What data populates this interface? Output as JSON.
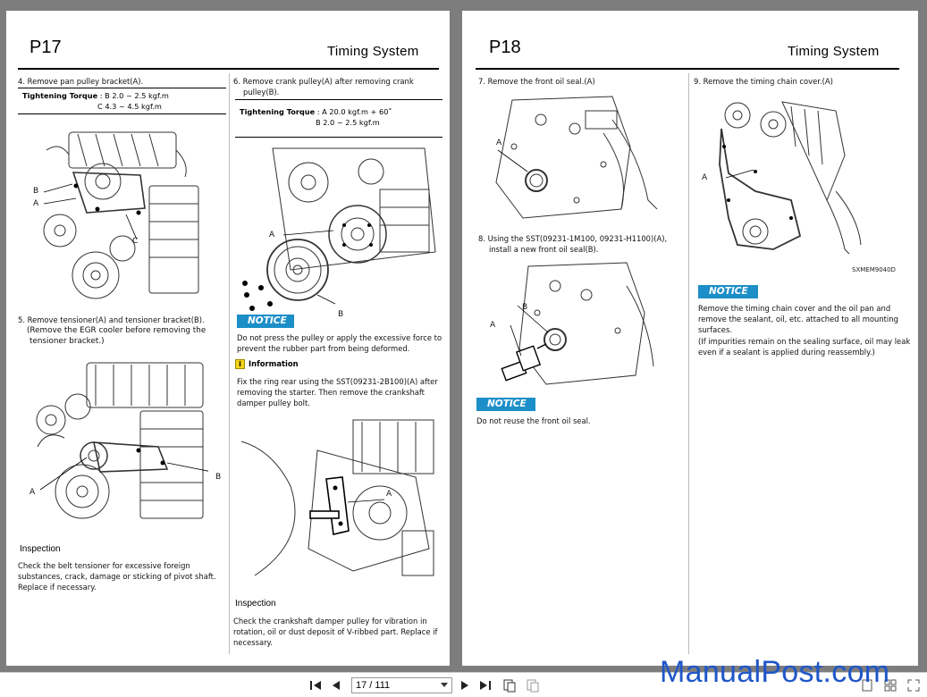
{
  "left_page": {
    "page_number": "P17",
    "section_title": "Timing System",
    "step4": {
      "title": "4. Remove pan pulley bracket(A).",
      "torque_label": "Tightening Torque",
      "torque_line1": ": B 2.0 ~ 2.5 kgf.m",
      "torque_line2": "C 4.3 ~ 4.5 kgf.m",
      "callouts": [
        "B",
        "A",
        "C"
      ]
    },
    "step5": {
      "title": "5. Remove tensioner(A) and tensioner bracket(B).",
      "note_line1": "(Remove the EGR cooler before removing the",
      "note_line2": "tensioner bracket.)",
      "callouts": [
        "A",
        "B"
      ]
    },
    "inspection1": {
      "heading": "Inspection",
      "line1": "Check the belt tensioner for excessive foreign",
      "line2": "substances, crack, damage or sticking of pivot shaft.",
      "line3": "Replace if necessary."
    },
    "step6": {
      "title_line1": "6. Remove crank pulley(A) after removing crank",
      "title_line2": "pulley(B).",
      "torque_label": "Tightening Torque",
      "torque_line1": ": A 20.0 kgf.m + 60˚",
      "torque_line2": "B 2.0 ~ 2.5 kgf.m",
      "callouts": [
        "A",
        "B"
      ]
    },
    "notice1": {
      "tag": "NOTICE",
      "line1": "Do not press the pulley or apply the excessive force to",
      "line2": "prevent the rubber part from being deformed."
    },
    "information": {
      "heading": "Information",
      "icon": "i",
      "line1": "Fix the ring rear using the SST(09231-2B100)(A) after",
      "line2": "removing the starter. Then remove the crankshaft",
      "line3": "damper pulley bolt.",
      "callout": "A"
    },
    "inspection2": {
      "heading": "Inspection",
      "line1": "Check the crankshaft damper pulley for vibration in",
      "line2": "rotation, oil or dust deposit of V-ribbed part. Replace if",
      "line3": "necessary."
    }
  },
  "right_page": {
    "page_number": "P18",
    "section_title": "Timing System",
    "step7": {
      "title": "7. Remove the front oil seal.(A)",
      "callout": "A"
    },
    "step8": {
      "title_line1": "8. Using the SST(09231-1M100, 09231-H1100)(A),",
      "title_line2": "install a new front oil seal(B).",
      "callouts": [
        "B",
        "A"
      ]
    },
    "notice2": {
      "tag": "NOTICE",
      "line1": "Do not reuse the front oil seal."
    },
    "step9": {
      "title": "9. Remove the timing chain cover.(A)",
      "callout": "A",
      "figure_code": "SXMEM9040D"
    },
    "notice3": {
      "tag": "NOTICE",
      "line1": "Remove the timing chain cover and the oil pan and",
      "line2": "remove the sealant, oil, etc. attached to all mounting",
      "line3": "surfaces.",
      "line4": "(If impurities remain on the sealing surface, oil may leak",
      "line5": "even if a sealant is applied during reassembly.)"
    }
  },
  "toolbar": {
    "page_indicator": "17 / 111",
    "icons": [
      "first-page-icon",
      "prev-page-icon",
      "next-page-icon",
      "last-page-icon",
      "single-page-view-icon",
      "two-page-view-icon"
    ]
  },
  "watermark": "ManualPost.com",
  "colors": {
    "notice": "#1c8ec8",
    "watermark": "#1f57c9",
    "viewer_bg": "#7d7d7d"
  }
}
